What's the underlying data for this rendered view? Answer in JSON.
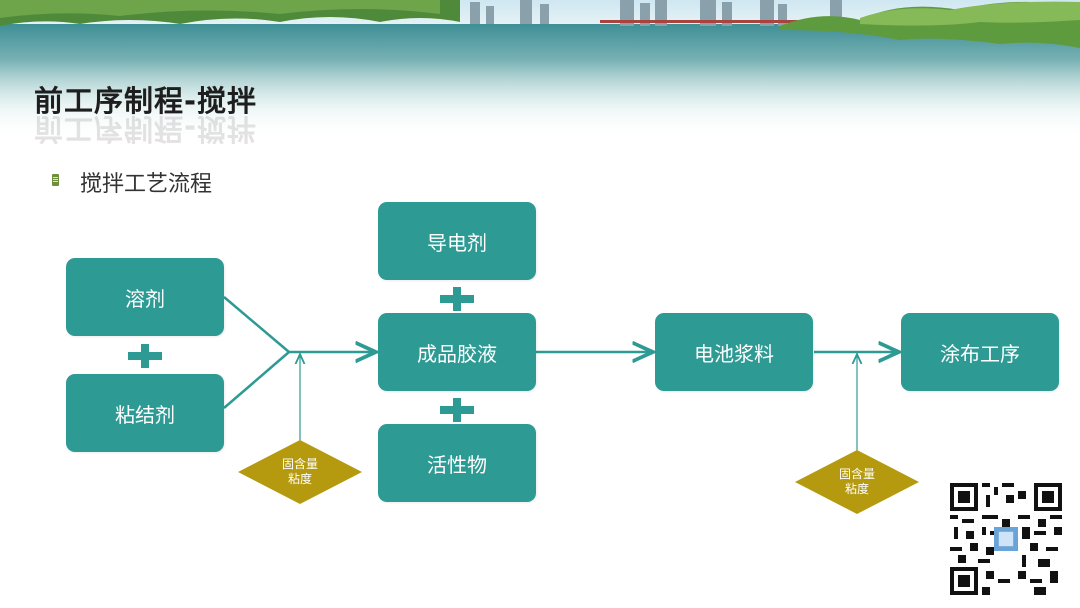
{
  "header": {
    "title": "前工序制程-搅拌",
    "title_color": "#1e1e1e"
  },
  "section": {
    "bullet_icon": "document-icon",
    "subtitle": "搅拌工艺流程"
  },
  "flow": {
    "nodes": {
      "solvent": "溶剂",
      "binder": "粘结剂",
      "conductive_agent": "导电剂",
      "finished_glue": "成品胶液",
      "active_material": "活性物",
      "battery_slurry": "电池浆料",
      "coating_process": "涂布工序"
    },
    "checks": {
      "check1_line1": "固含量",
      "check1_line2": "粘度",
      "check2_line1": "固含量",
      "check2_line2": "粘度"
    }
  },
  "colors": {
    "box": "#2e9a94",
    "arrow": "#2e9a94",
    "diamond": "#b59a0f",
    "bullet": "#6f8f3f"
  },
  "qr_code": {
    "icon": "qr-code-icon"
  }
}
